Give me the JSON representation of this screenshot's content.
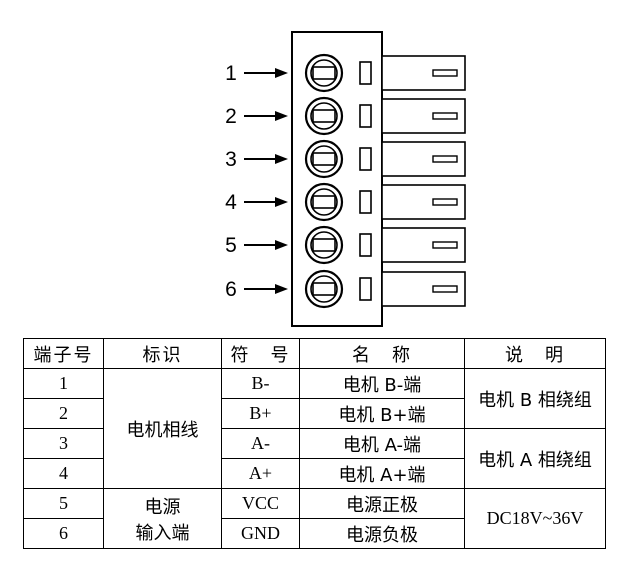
{
  "diagram": {
    "pin_labels": [
      "1",
      "2",
      "3",
      "4",
      "5",
      "6"
    ]
  },
  "table": {
    "headers": [
      "端子号",
      "标识",
      "符　号",
      "名　称",
      "说　明"
    ],
    "rows": [
      {
        "terminal": "1",
        "symbol": "B-",
        "name": "电机 B-端"
      },
      {
        "terminal": "2",
        "symbol": "B+",
        "name": "电机 B+端"
      },
      {
        "terminal": "3",
        "symbol": "A-",
        "name": "电机 A-端"
      },
      {
        "terminal": "4",
        "symbol": "A+",
        "name": "电机 A+端"
      },
      {
        "terminal": "5",
        "symbol": "VCC",
        "name": "电源正极"
      },
      {
        "terminal": "6",
        "symbol": "GND",
        "name": "电源负极"
      }
    ],
    "groups": {
      "motor_phase_label": "电机相线",
      "power_label_line1": "电源",
      "power_label_line2": "输入端",
      "b_winding": "电机 B 相绕组",
      "a_winding": "电机 A 相绕组",
      "voltage": "DC18V~36V"
    }
  }
}
